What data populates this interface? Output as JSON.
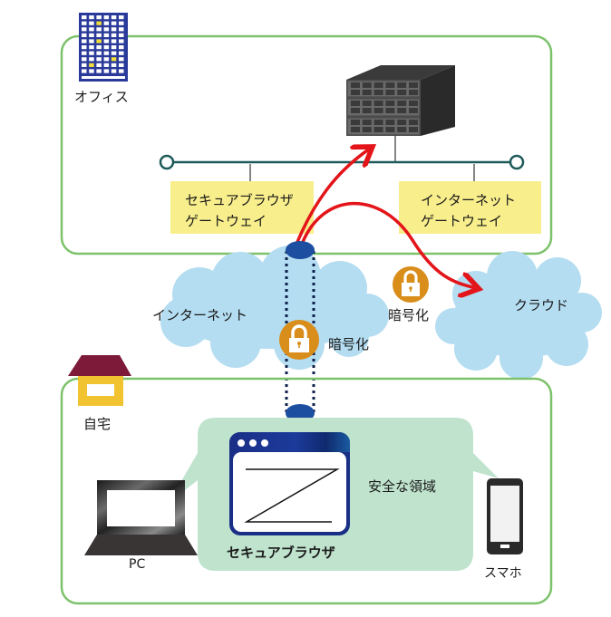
{
  "office": {
    "label": "オフィス",
    "icon": "office-building-icon",
    "server_icon": "server-rack-icon",
    "gateways": [
      {
        "line1": "セキュアブラウザ",
        "line2": "ゲートウェイ"
      },
      {
        "line1": "インターネット",
        "line2": "ゲートウェイ"
      }
    ]
  },
  "internet": {
    "label": "インターネット",
    "encryption_label": "暗号化",
    "lock_icon": "lock-icon"
  },
  "cloud": {
    "label": "クラウド",
    "encryption_label": "暗号化"
  },
  "home": {
    "label": "自宅",
    "icon": "house-icon",
    "secure_area_label": "安全な領域",
    "browser_label": "セキュアブラウザ",
    "devices": {
      "pc": "PC",
      "smartphone": "スマホ"
    }
  },
  "colors": {
    "zone_border": "#7dc26b",
    "gateway_fill": "#f8ee8c",
    "cloud_fill": "#b4ddf1",
    "secure_area_fill": "#bfe3cd",
    "arrow": "#e3151a",
    "lock": "#d98d1a",
    "tunnel": "#1c4fa0",
    "network_line": "#1f5a5a",
    "browser_blue": "#1a3a8a",
    "house_roof": "#7d1a3a",
    "house_wall": "#f2c331",
    "building": "#2a3a9a"
  }
}
